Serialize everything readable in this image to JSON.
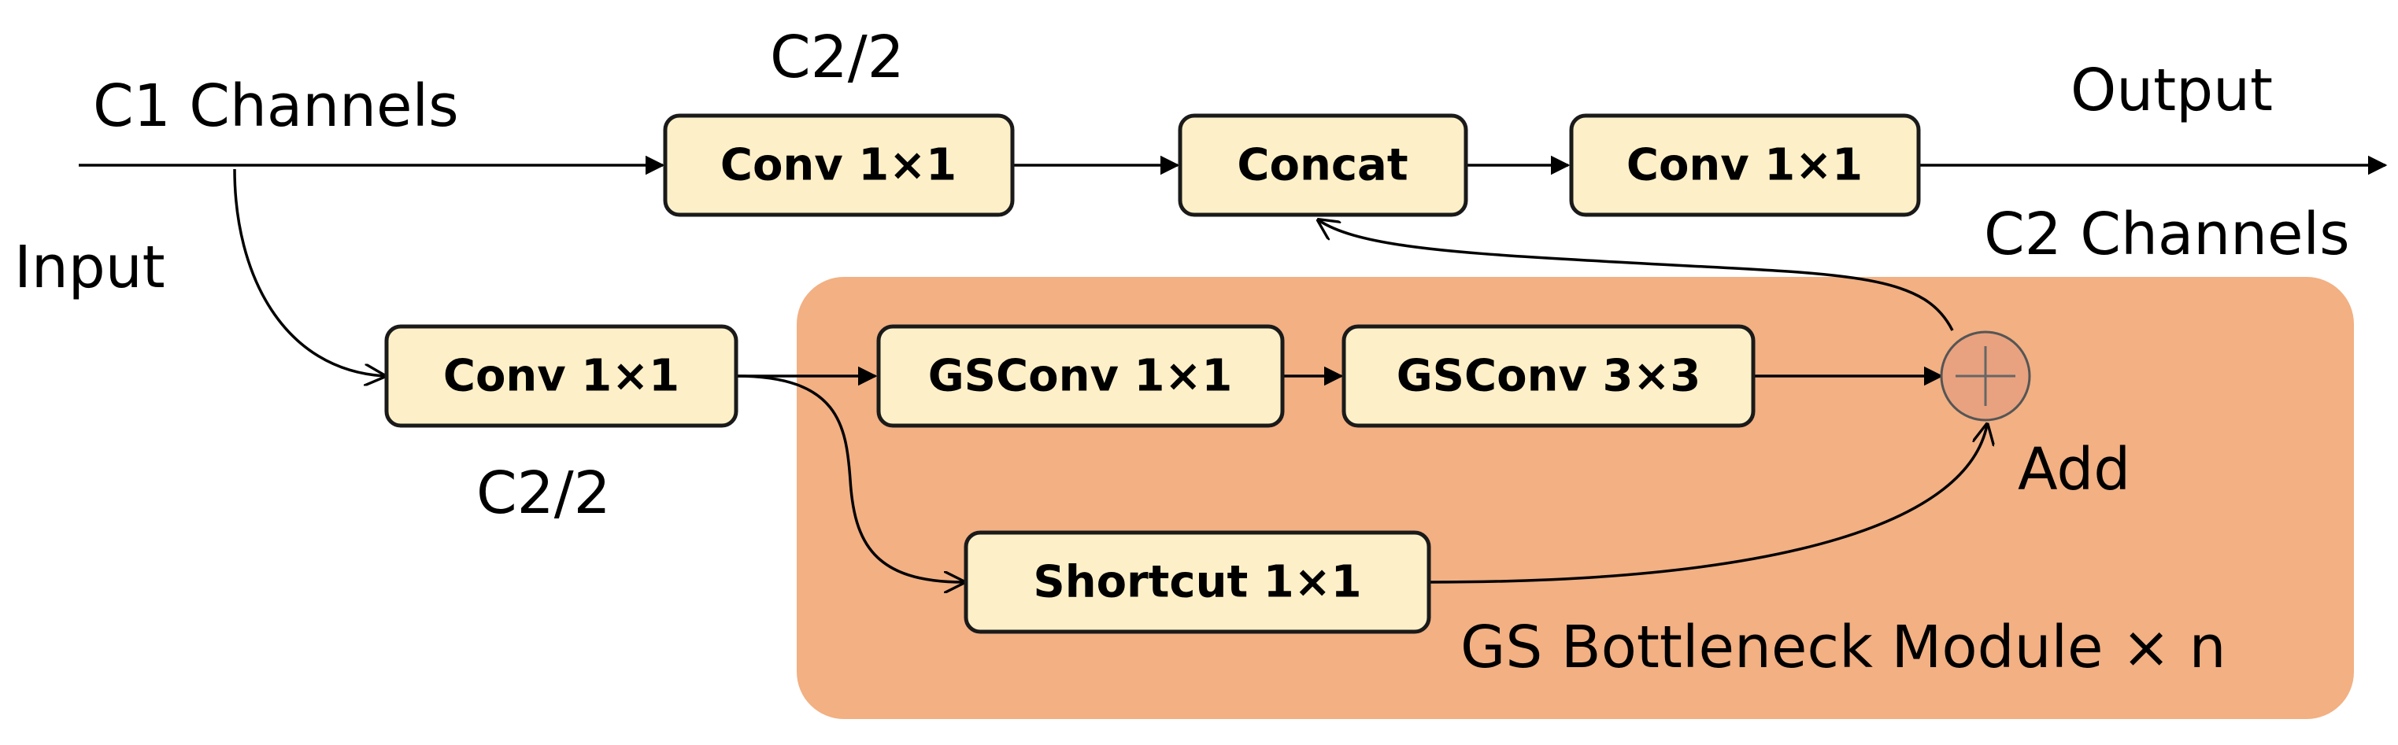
{
  "labels": {
    "c1_channels": "C1 Channels",
    "input": "Input",
    "top_c2_half": "C2/2",
    "bottom_c2_half": "C2/2",
    "output": "Output",
    "c2_channels": "C2 Channels",
    "add": "Add",
    "module_caption": "GS Bottleneck Module × n"
  },
  "nodes": {
    "conv_top": "Conv 1×1",
    "concat": "Concat",
    "conv_out": "Conv 1×1",
    "conv_bottom": "Conv 1×1",
    "gsconv1": "GSConv 1×1",
    "gsconv3": "GSConv 3×3",
    "shortcut": "Shortcut 1×1"
  },
  "colors": {
    "module_fill": "#f2b083",
    "box_fill": "#fdf0c8",
    "add_fill": "#e8a27f",
    "line": "#000000"
  }
}
